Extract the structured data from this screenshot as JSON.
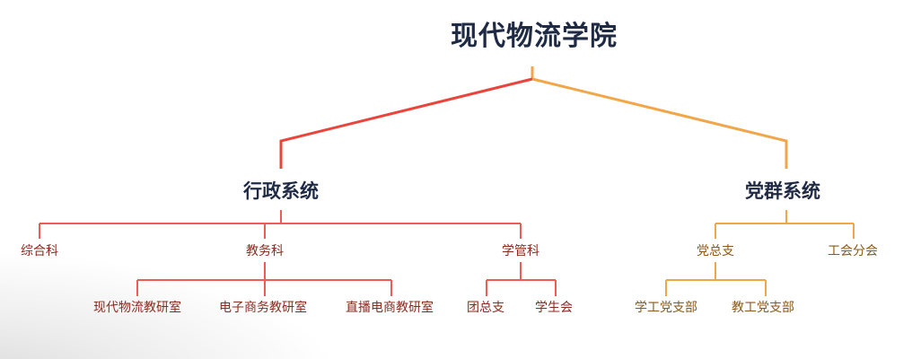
{
  "diagram": {
    "root": "现代物流学院",
    "admin": {
      "label": "行政系统",
      "depts": {
        "general": "综合科",
        "academic": "教务科",
        "student": "学管科"
      },
      "academic_children": [
        "现代物流教研室",
        "电子商务教研室",
        "直播电商教研室"
      ],
      "student_children": [
        "团总支",
        "学生会"
      ]
    },
    "party": {
      "label": "党群系统",
      "depts": {
        "branch": "党总支",
        "union": "工会分会"
      },
      "branch_children": [
        "学工党支部",
        "教工党支部"
      ]
    },
    "colors": {
      "red": "#e8453c",
      "red_light": "#ef5b55",
      "orange": "#f2a64a",
      "title_text": "#1f2a44"
    }
  }
}
